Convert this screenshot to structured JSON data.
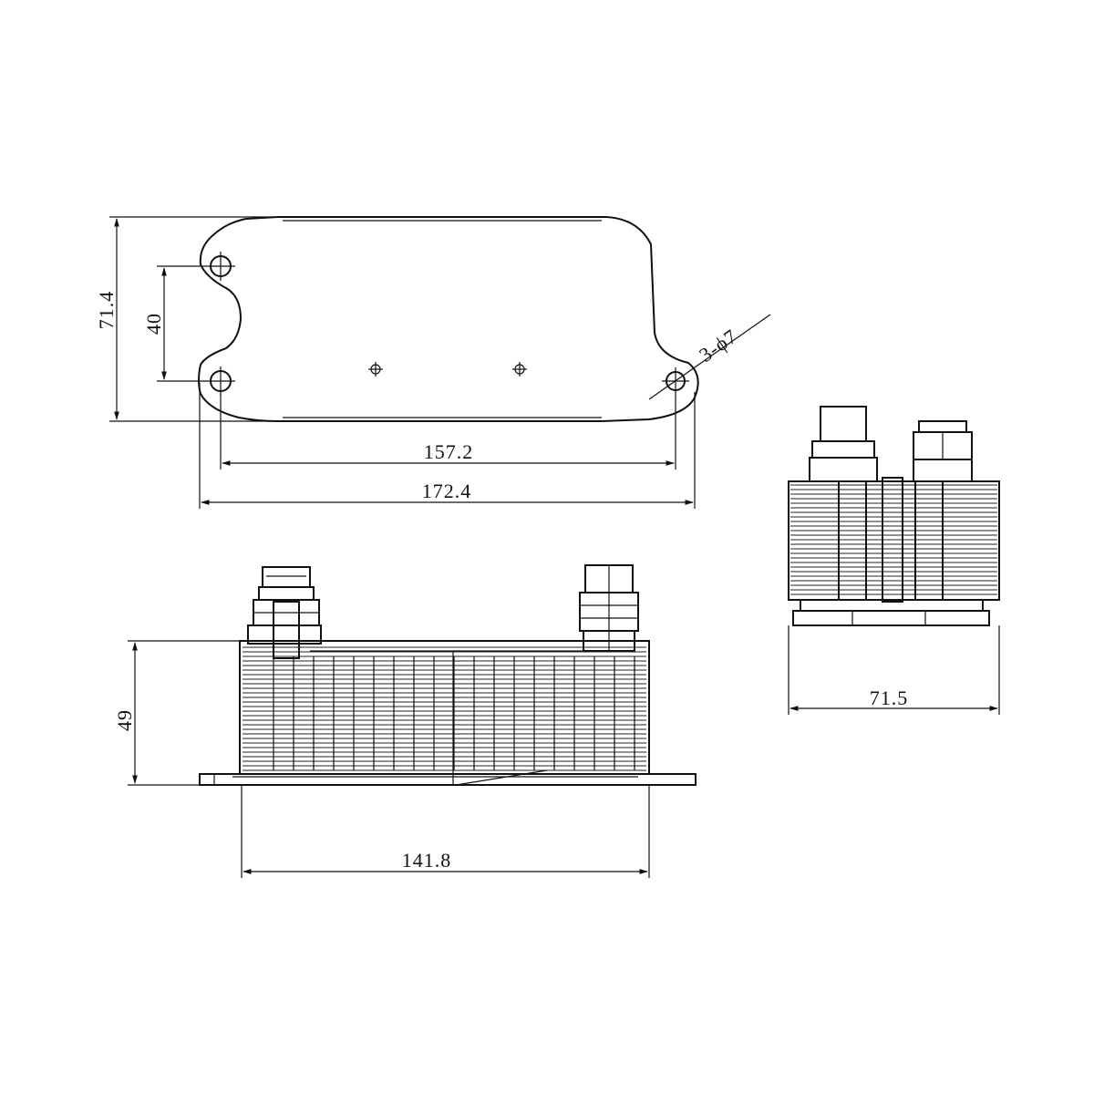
{
  "dimensions": {
    "top_height": "71.4",
    "hole_spacing_vertical": "40",
    "hole_callout": "3-ϕ7",
    "hole_spacing_horizontal": "157.2",
    "overall_length": "172.4",
    "side_height": "49",
    "core_length": "141.8",
    "end_width": "71.5"
  }
}
